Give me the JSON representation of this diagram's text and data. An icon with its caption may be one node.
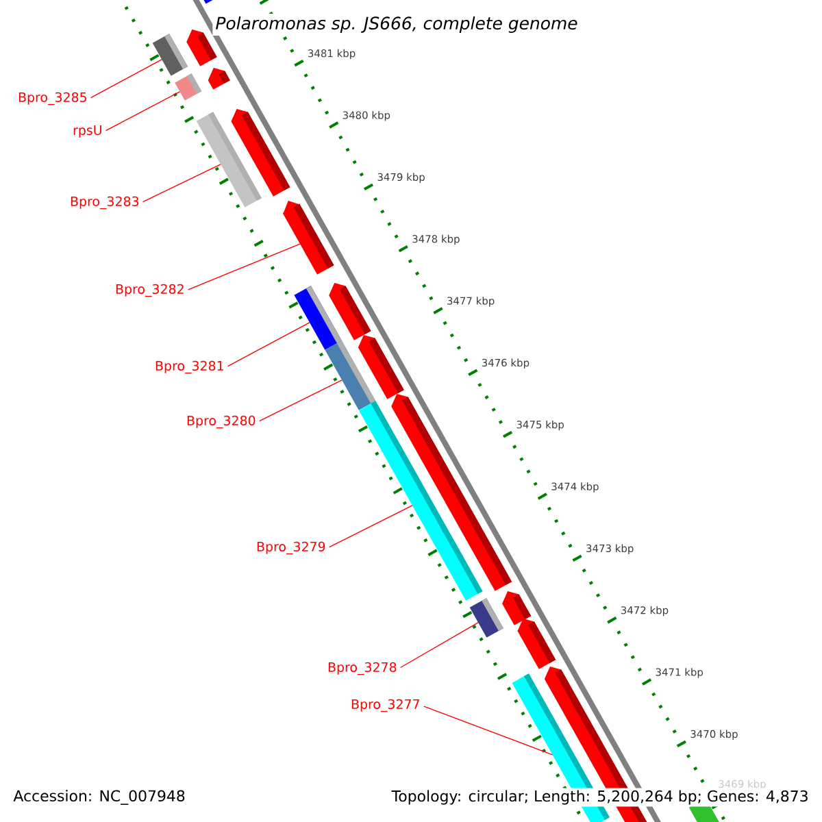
{
  "diagram": {
    "title": "Polaromonas sp. JS666, complete genome",
    "nodes": [
      {
        "text": [
          "Bpro_3285"
        ]
      },
      {
        "text": [
          "rpsU"
        ]
      },
      {
        "text": [
          "Bpro_3283"
        ]
      },
      {
        "text": [
          "Bpro_3282"
        ]
      },
      {
        "text": [
          "Bpro_3281"
        ]
      },
      {
        "text": [
          "Bpro_3280"
        ]
      },
      {
        "text": [
          "Bpro_3279"
        ]
      },
      {
        "text": [
          "Bpro_3278"
        ]
      },
      {
        "text": [
          "Bpro_3277"
        ]
      },
      {
        "text": [],
        "shape": "bar"
      },
      {
        "text": [],
        "shape": "bar"
      },
      {
        "text": [],
        "shape": "bar"
      },
      {
        "text": [],
        "shape": "bar"
      },
      {
        "text": [],
        "shape": "bar"
      },
      {
        "text": [],
        "shape": "bar"
      },
      {
        "text": [],
        "shape": "bar"
      },
      {
        "text": [],
        "shape": "bar"
      },
      {
        "text": [],
        "shape": "bar"
      }
    ],
    "edges": [
      {
        "from": 0,
        "to": 9,
        "arrow": "none"
      },
      {
        "from": 1,
        "to": 10,
        "arrow": "none"
      },
      {
        "from": 2,
        "to": 11,
        "arrow": "none"
      },
      {
        "from": 3,
        "to": 12,
        "arrow": "none"
      },
      {
        "from": 4,
        "to": 13,
        "arrow": "none"
      },
      {
        "from": 5,
        "to": 14,
        "arrow": "none"
      },
      {
        "from": 6,
        "to": 15,
        "arrow": "none"
      },
      {
        "from": 7,
        "to": 16,
        "arrow": "none"
      },
      {
        "from": 8,
        "to": 17,
        "arrow": "none"
      }
    ],
    "labels": [
      "3481 kbp",
      "3480 kbp",
      "3479 kbp",
      "3478 kbp",
      "3477 kbp",
      "3476 kbp",
      "3475 kbp",
      "3474 kbp",
      "3473 kbp",
      "3472 kbp",
      "3471 kbp",
      "3470 kbp",
      "3469 kbp",
      "Accession: NC_007948",
      "Topology: circular; Length: 5,200,264 bp; Genes: 4,873"
    ]
  }
}
